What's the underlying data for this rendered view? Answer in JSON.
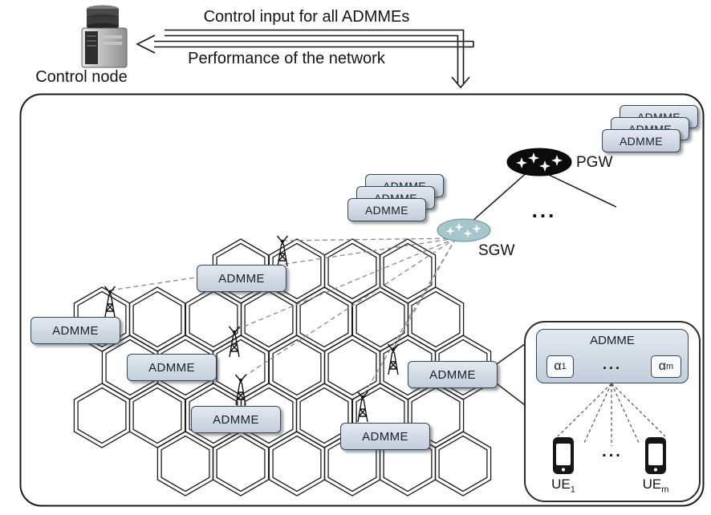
{
  "top": {
    "control_input_label": "Control input for all ADMMEs",
    "performance_label": "Performance of the network",
    "control_node_label": "Control node"
  },
  "network": {
    "pgw_label": "PGW",
    "sgw_label": "SGW",
    "pgw_dots": "...",
    "pgw_stack": [
      "ADMME",
      "ADMME",
      "ADMME"
    ],
    "sgw_stack": [
      "ADMME",
      "ADMME",
      "ADMME"
    ],
    "cell_admmes": [
      "ADMME",
      "ADMME",
      "ADMME",
      "ADMME",
      "ADMME",
      "ADMME"
    ]
  },
  "detail": {
    "title": "ADMME",
    "alpha_first": {
      "base": "α",
      "sub": "1"
    },
    "alpha_last": {
      "base": "α",
      "sub": "m"
    },
    "alpha_dots": "...",
    "ue_dots": "...",
    "ue_first": {
      "base": "UE",
      "sub": "1"
    },
    "ue_last": {
      "base": "UE",
      "sub": "m"
    }
  },
  "colors": {
    "admme_fill": "#c3ceda",
    "admme_border": "#31485f",
    "pgw_fill": "#0b0b0b",
    "sgw_fill": "#a6c6ce",
    "dashed_line": "#8a8a8a"
  }
}
